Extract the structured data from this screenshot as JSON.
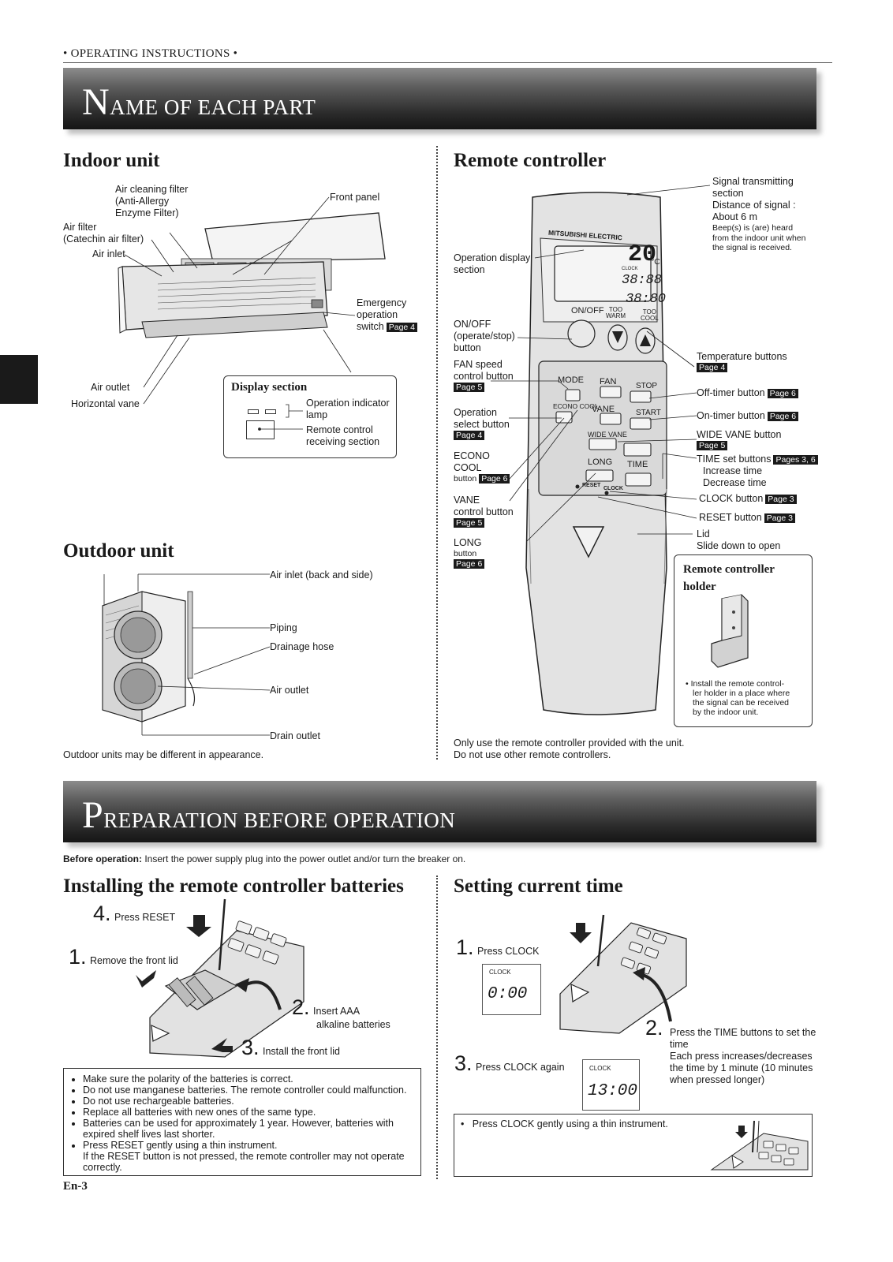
{
  "header": {
    "running_title": "• OPERATING INSTRUCTIONS •"
  },
  "section1": {
    "title_initial": "N",
    "title_rest": "AME OF EACH PART",
    "indoor": {
      "heading": "Indoor unit",
      "labels": {
        "air_cleaning_filter_1": "Air cleaning filter",
        "air_cleaning_filter_2": "(Anti-Allergy",
        "air_cleaning_filter_3": "Enzyme Filter)",
        "air_filter_1": "Air filter",
        "air_filter_2": "(Catechin air filter)",
        "air_inlet": "Air inlet",
        "front_panel": "Front panel",
        "emergency_1": "Emergency",
        "emergency_2": "operation",
        "emergency_3": "switch",
        "emergency_page": "Page 4",
        "air_outlet": "Air outlet",
        "horizontal_vane": "Horizontal vane"
      },
      "display_section": {
        "title": "Display section",
        "op_indicator_1": "Operation indicator",
        "op_indicator_2": "lamp",
        "receiving_1": "Remote control",
        "receiving_2": "receiving section"
      }
    },
    "outdoor": {
      "heading": "Outdoor unit",
      "labels": {
        "air_inlet": "Air inlet (back and side)",
        "piping": "Piping",
        "drainage": "Drainage hose",
        "air_outlet": "Air outlet",
        "drain_outlet": "Drain outlet"
      },
      "note": "Outdoor units may be different in appearance."
    },
    "remote": {
      "heading": "Remote controller",
      "brand": "MITSUBISHI ELECTRIC",
      "lcd": {
        "temp": "20",
        "unit": "°C",
        "clock_label": "CLOCK",
        "time1": "38:88",
        "time2": "38:80"
      },
      "keys": {
        "onoff": "ON/OFF",
        "too_warm_1": "TOO",
        "too_warm_2": "WARM",
        "too_cool_1": "TOO",
        "too_cool_2": "COOL",
        "mode": "MODE",
        "fan": "FAN",
        "stop": "STOP",
        "econo": "ECONO COOL",
        "vane": "VANE",
        "start": "START",
        "wide_vane": "WIDE VANE",
        "long": "LONG",
        "time": "TIME",
        "reset": "RESET",
        "clock": "CLOCK"
      },
      "labels": {
        "signal_1": "Signal transmitting",
        "signal_2": "section",
        "signal_3": "Distance of signal :",
        "signal_4": "About 6 m",
        "signal_5": "Beep(s) is (are) heard",
        "signal_6": "from the indoor unit when",
        "signal_7": "the signal is received.",
        "op_display_1": "Operation display",
        "op_display_2": "section",
        "onoff_1": "ON/OFF",
        "onoff_2": "(operate/stop)",
        "onoff_3": "button",
        "fan_1": "FAN speed",
        "fan_2": "control button",
        "fan_page": "Page 5",
        "opsel_1": "Operation",
        "opsel_2": "select button",
        "opsel_page": "Page 4",
        "econo_1": "ECONO",
        "econo_2": "COOL",
        "econo_3": "button",
        "econo_page": "Page 6",
        "vane_1": "VANE",
        "vane_2": "control button",
        "vane_page": "Page 5",
        "long_1": "LONG",
        "long_2": "button",
        "long_page": "Page 6",
        "temp_btn": "Temperature buttons",
        "temp_page": "Page 4",
        "off_timer": "Off-timer button",
        "off_page": "Page 6",
        "on_timer": "On-timer button",
        "on_page": "Page 6",
        "wide_vane": "WIDE VANE button",
        "wide_page": "Page 5",
        "time_set": "TIME set buttons",
        "time_page": "Pages 3, 6",
        "increase": "Increase time",
        "decrease": "Decrease time",
        "clock_btn": "CLOCK button",
        "clock_page": "Page 3",
        "reset_btn": "RESET button",
        "reset_page": "Page 3",
        "lid_1": "Lid",
        "lid_2": "Slide down to open"
      },
      "holder": {
        "title_1": "Remote controller",
        "title_2": "holder",
        "note_1": "Install the remote control-",
        "note_2": "ler holder in a place where",
        "note_3": "the signal can be received",
        "note_4": "by the indoor unit."
      },
      "note_1": "Only use the remote controller provided with the unit.",
      "note_2": "Do not use other remote controllers."
    }
  },
  "section2": {
    "title_initial": "P",
    "title_rest": "REPARATION BEFORE OPERATION",
    "before_bold": "Before operation:",
    "before_text": " Insert the power supply plug into the power outlet and/or turn the breaker on.",
    "batteries": {
      "heading": "Installing the remote controller batteries",
      "steps": [
        {
          "num": "4.",
          "text": "Press RESET"
        },
        {
          "num": "1.",
          "text": "Remove the front lid"
        },
        {
          "num": "2.",
          "text": "Insert AAA",
          "text2": "alkaline batteries"
        },
        {
          "num": "3.",
          "text": "Install the front lid"
        }
      ],
      "notes": [
        "Make sure the polarity of the batteries is correct.",
        "Do not use manganese batteries. The remote controller could malfunction.",
        "Do not use rechargeable batteries.",
        "Replace all batteries with new ones of the same type.",
        "Batteries can be used for approximately 1 year. However, batteries with expired shelf lives last shorter.",
        "Press RESET gently using a thin instrument."
      ],
      "notes_extra": "If the RESET button is not pressed, the remote controller may not operate correctly."
    },
    "time": {
      "heading": "Setting current time",
      "step1_num": "1.",
      "step1": "Press CLOCK",
      "lcd1_label": "CLOCK",
      "lcd1_value": "0:00",
      "step2_num": "2.",
      "step2_1": "Press the TIME buttons to set the",
      "step2_2": "time",
      "step2_3": "Each press increases/decreases",
      "step2_4": "the time by 1 minute (10 minutes",
      "step2_5": "when pressed longer)",
      "step3_num": "3.",
      "step3": "Press CLOCK again",
      "lcd2_label": "CLOCK",
      "lcd2_value": "13:00",
      "note": "Press CLOCK gently using a thin instrument."
    }
  },
  "footer": {
    "page": "En-3"
  }
}
